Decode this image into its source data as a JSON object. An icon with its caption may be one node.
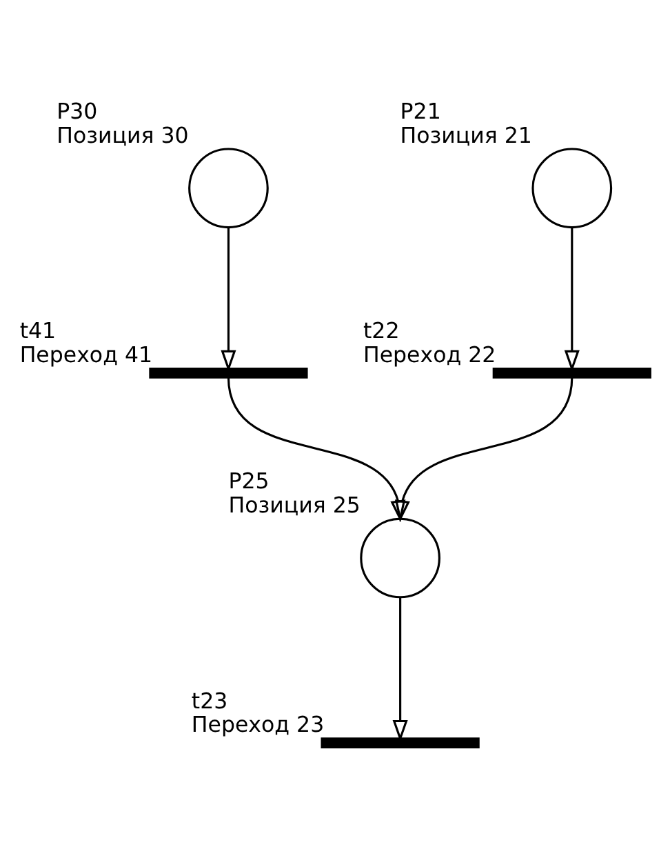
{
  "diagram": {
    "nodes": [
      {
        "text": [],
        "shape": "circle",
        "beside": [
          "P30",
          "Позиция 30"
        ]
      },
      {
        "text": [],
        "shape": "circle",
        "beside": [
          "P21",
          "Позиция 21"
        ]
      },
      {
        "text": [],
        "shape": "bar",
        "beside": [
          "t41",
          "Переход 41"
        ]
      },
      {
        "text": [],
        "shape": "bar",
        "beside": [
          "t22",
          "Переход 22"
        ]
      },
      {
        "text": [],
        "shape": "circle",
        "beside": [
          "P25",
          "Позиция 25"
        ]
      },
      {
        "text": [],
        "shape": "bar",
        "beside": [
          "t23",
          "Переход 23"
        ]
      }
    ],
    "edges": [
      {
        "from": 0,
        "to": 2,
        "arrow": "to"
      },
      {
        "from": 1,
        "to": 3,
        "arrow": "to"
      },
      {
        "from": 2,
        "to": 4,
        "arrow": "to"
      },
      {
        "from": 3,
        "to": 4,
        "arrow": "to"
      },
      {
        "from": 4,
        "to": 5,
        "arrow": "to"
      }
    ]
  }
}
